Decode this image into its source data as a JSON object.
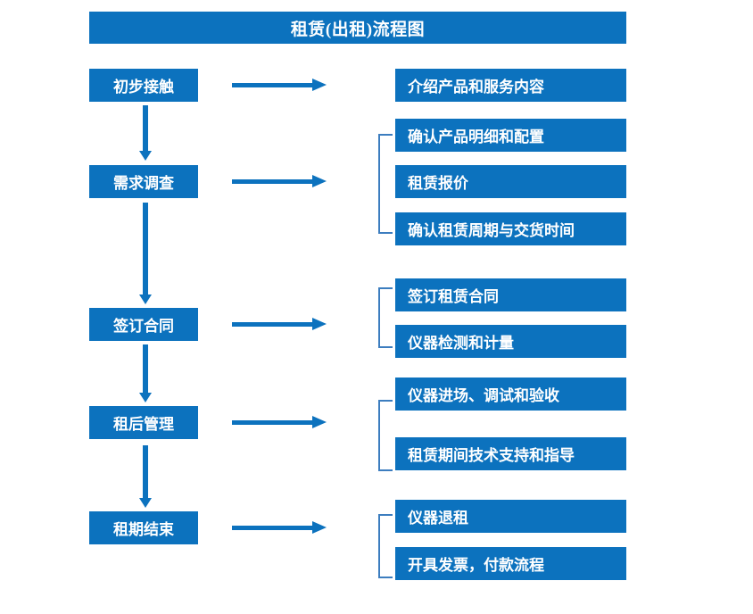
{
  "title": {
    "text": "租赁(出租)流程图"
  },
  "colors": {
    "box_blue": "#0C72BE",
    "bracket_blue": "#3C7DBF",
    "text_white": "#FFFFFF",
    "background": "#FFFFFF"
  },
  "stages": [
    {
      "label": "初步接触"
    },
    {
      "label": "需求调查"
    },
    {
      "label": "签订合同"
    },
    {
      "label": "租后管理"
    },
    {
      "label": "租期结束"
    }
  ],
  "details": [
    {
      "label": "介绍产品和服务内容"
    },
    {
      "label": "确认产品明细和配置"
    },
    {
      "label": "租赁报价"
    },
    {
      "label": "确认租赁周期与交货时间"
    },
    {
      "label": "签订租赁合同"
    },
    {
      "label": "仪器检测和计量"
    },
    {
      "label": "仪器进场、调试和验收"
    },
    {
      "label": "租赁期间技术支持和指导"
    },
    {
      "label": "仪器退租"
    },
    {
      "label": "开具发票，付款流程"
    }
  ],
  "groups": [
    {
      "stage": "需求调查",
      "members": [
        "确认产品明细和配置",
        "租赁报价",
        "确认租赁周期与交货时间"
      ]
    },
    {
      "stage": "签订合同",
      "members": [
        "签订租赁合同",
        "仪器检测和计量"
      ]
    },
    {
      "stage": "租后管理",
      "members": [
        "仪器进场、调试和验收",
        "租赁期间技术支持和指导"
      ]
    },
    {
      "stage": "租期结束",
      "members": [
        "仪器退租",
        "开具发票，付款流程"
      ]
    }
  ],
  "flow": {
    "vertical_links": [
      {
        "from": "初步接触",
        "to": "需求调查"
      },
      {
        "from": "需求调查",
        "to": "签订合同"
      },
      {
        "from": "签订合同",
        "to": "租后管理"
      },
      {
        "from": "租后管理",
        "to": "租期结束"
      }
    ],
    "horizontal_links": [
      {
        "from": "初步接触",
        "to": "介绍产品和服务内容"
      },
      {
        "from": "需求调查",
        "to": "确认产品明细和配置"
      },
      {
        "from": "签订合同",
        "to": "签订租赁合同"
      },
      {
        "from": "租后管理",
        "to": "仪器进场、调试和验收"
      },
      {
        "from": "租期结束",
        "to": "仪器退租"
      }
    ]
  }
}
